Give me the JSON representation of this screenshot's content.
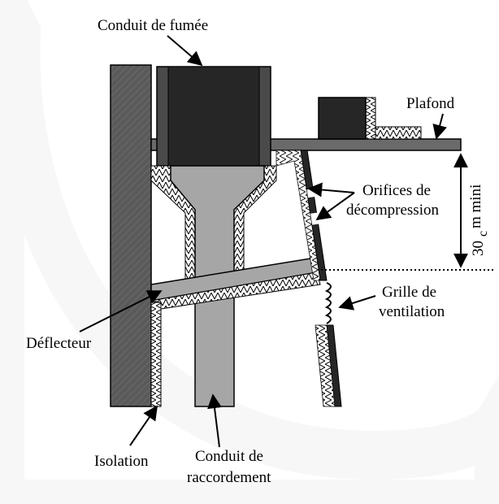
{
  "labels": {
    "conduit_fumee": "Conduit de fumée",
    "plafond": "Plafond",
    "orifices_line1": "Orifices de",
    "orifices_line2": "décompression",
    "distance_value": "30",
    "distance_unit_c": "c",
    "distance_unit_rest": "m mini",
    "grille_line1": "Grille de",
    "grille_line2": "ventilation",
    "deflecteur": "Déflecteur",
    "isolation": "Isolation",
    "raccordement_line1": "Conduit de",
    "raccordement_line2": "raccordement"
  },
  "colors": {
    "background": "#ffffff",
    "watermark": "#f2f2f2",
    "wall_dark": "#555555",
    "flue_black": "#262626",
    "pipe_gray": "#a6a6a6",
    "insulation_white": "#ffffff"
  }
}
